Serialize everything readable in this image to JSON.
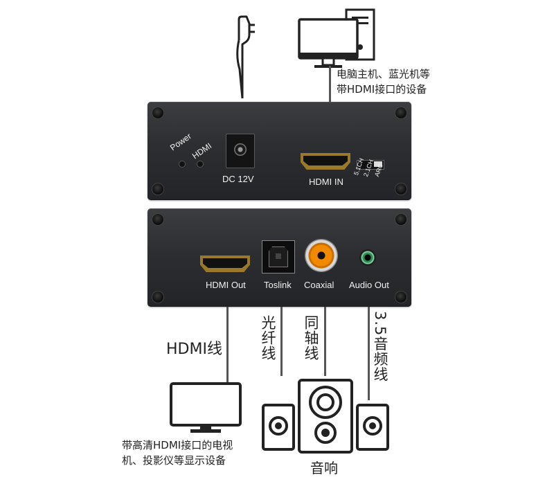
{
  "device": {
    "top_panel": {
      "led_labels": [
        "Power",
        "HDMI"
      ],
      "ports": [
        {
          "label": "DC 12V"
        },
        {
          "label": "HDMI IN"
        }
      ],
      "switch_labels": [
        "5.1CH",
        "2.1CH",
        "ARC"
      ]
    },
    "bottom_panel": {
      "ports": [
        {
          "label": "HDMI Out"
        },
        {
          "label": "Toslink"
        },
        {
          "label": "Coaxial"
        },
        {
          "label": "Audio Out"
        }
      ]
    }
  },
  "source": {
    "caption_line1": "电脑主机、蓝光机等",
    "caption_line2": "带HDMI接口的设备"
  },
  "cables": {
    "hdmi": "HDMI线",
    "optical": "光纤线",
    "coaxial": "同轴线",
    "audio35": "3.5音频线"
  },
  "display": {
    "caption_line1": "带高清HDMI接口的电视",
    "caption_line2": "机、投影仪等显示设备"
  },
  "speaker": {
    "caption": "音响"
  }
}
